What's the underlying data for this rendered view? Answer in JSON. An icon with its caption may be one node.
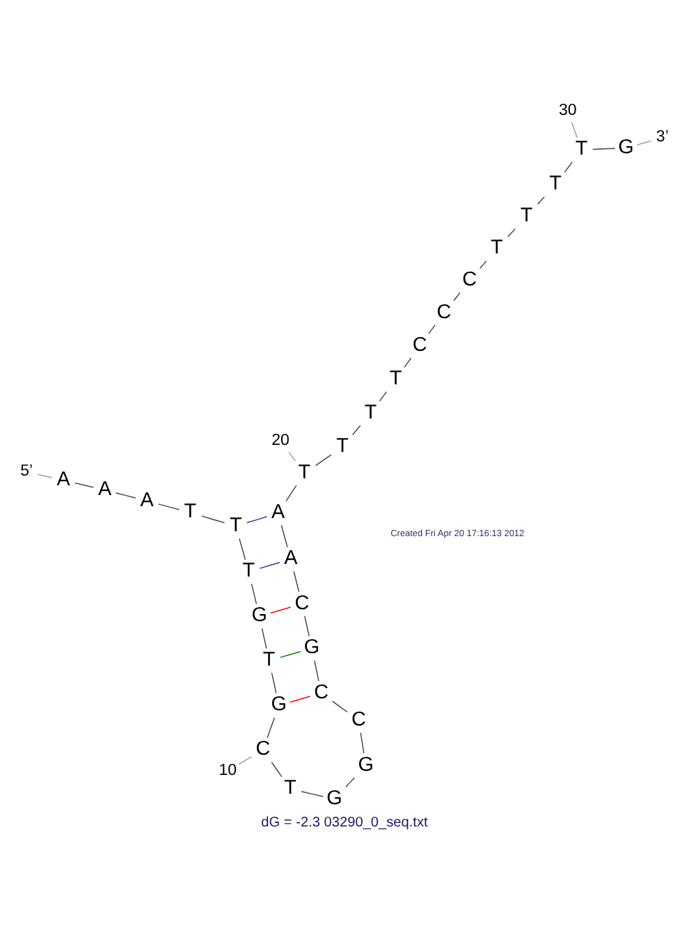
{
  "diagram": {
    "caption": "dG = -2.3 03290_0_seq.txt",
    "nodes": [
      {
        "text": [
          "A"
        ]
      },
      {
        "text": [
          "A"
        ]
      },
      {
        "text": [
          "A"
        ]
      },
      {
        "text": [
          "T"
        ]
      },
      {
        "text": [
          "T"
        ]
      },
      {
        "text": [
          "T"
        ]
      },
      {
        "text": [
          "G"
        ]
      },
      {
        "text": [
          "T"
        ]
      },
      {
        "text": [
          "G"
        ]
      },
      {
        "text": [
          "C"
        ]
      },
      {
        "text": [
          "T"
        ]
      },
      {
        "text": [
          "G"
        ]
      },
      {
        "text": [
          "G"
        ]
      },
      {
        "text": [
          "C"
        ]
      },
      {
        "text": [
          "C"
        ]
      },
      {
        "text": [
          "G"
        ]
      },
      {
        "text": [
          "C"
        ]
      },
      {
        "text": [
          "A"
        ]
      },
      {
        "text": [
          "A"
        ]
      },
      {
        "text": [
          "T"
        ]
      },
      {
        "text": [
          "T"
        ]
      },
      {
        "text": [
          "T"
        ]
      },
      {
        "text": [
          "T"
        ]
      },
      {
        "text": [
          "C"
        ]
      },
      {
        "text": [
          "C"
        ]
      },
      {
        "text": [
          "C"
        ]
      },
      {
        "text": [
          "T"
        ]
      },
      {
        "text": [
          "T"
        ]
      },
      {
        "text": [
          "T"
        ]
      },
      {
        "text": [
          "T"
        ]
      },
      {
        "text": [
          "G"
        ]
      },
      {
        "text": [
          "5’"
        ]
      },
      {
        "text": [
          "10"
        ]
      },
      {
        "text": [
          "20"
        ]
      },
      {
        "text": [
          "30"
        ]
      },
      {
        "text": [
          "3’"
        ]
      }
    ],
    "edges": [
      {
        "from": 0,
        "to": 1,
        "arrow": "none"
      },
      {
        "from": 1,
        "to": 2,
        "arrow": "none"
      },
      {
        "from": 2,
        "to": 3,
        "arrow": "none"
      },
      {
        "from": 3,
        "to": 4,
        "arrow": "none"
      },
      {
        "from": 4,
        "to": 5,
        "arrow": "none"
      },
      {
        "from": 5,
        "to": 6,
        "arrow": "none"
      },
      {
        "from": 6,
        "to": 7,
        "arrow": "none"
      },
      {
        "from": 7,
        "to": 8,
        "arrow": "none"
      },
      {
        "from": 8,
        "to": 9,
        "arrow": "none"
      },
      {
        "from": 9,
        "to": 10,
        "arrow": "none"
      },
      {
        "from": 10,
        "to": 11,
        "arrow": "none"
      },
      {
        "from": 11,
        "to": 12,
        "arrow": "none"
      },
      {
        "from": 12,
        "to": 13,
        "arrow": "none"
      },
      {
        "from": 13,
        "to": 14,
        "arrow": "none"
      },
      {
        "from": 14,
        "to": 15,
        "arrow": "none"
      },
      {
        "from": 15,
        "to": 16,
        "arrow": "none"
      },
      {
        "from": 16,
        "to": 17,
        "arrow": "none"
      },
      {
        "from": 17,
        "to": 18,
        "arrow": "none"
      },
      {
        "from": 18,
        "to": 19,
        "arrow": "none"
      },
      {
        "from": 19,
        "to": 20,
        "arrow": "none"
      },
      {
        "from": 20,
        "to": 21,
        "arrow": "none"
      },
      {
        "from": 21,
        "to": 22,
        "arrow": "none"
      },
      {
        "from": 22,
        "to": 23,
        "arrow": "none"
      },
      {
        "from": 23,
        "to": 24,
        "arrow": "none"
      },
      {
        "from": 24,
        "to": 25,
        "arrow": "none"
      },
      {
        "from": 25,
        "to": 26,
        "arrow": "none"
      },
      {
        "from": 26,
        "to": 27,
        "arrow": "none"
      },
      {
        "from": 27,
        "to": 28,
        "arrow": "none"
      },
      {
        "from": 28,
        "to": 29,
        "arrow": "none"
      },
      {
        "from": 29,
        "to": 30,
        "arrow": "none"
      },
      {
        "from": 4,
        "to": 18,
        "arrow": "none",
        "color": "#3333aa"
      },
      {
        "from": 5,
        "to": 17,
        "arrow": "none",
        "color": "#3333aa"
      },
      {
        "from": 6,
        "to": 16,
        "arrow": "none",
        "color": "#ff0000"
      },
      {
        "from": 7,
        "to": 15,
        "arrow": "none",
        "color": "#008000"
      },
      {
        "from": 8,
        "to": 14,
        "arrow": "none",
        "color": "#ff0000"
      },
      {
        "from": 31,
        "to": 0,
        "arrow": "none",
        "color": "#999999"
      },
      {
        "from": 32,
        "to": 9,
        "arrow": "none",
        "color": "#999999"
      },
      {
        "from": 33,
        "to": 19,
        "arrow": "none",
        "color": "#999999"
      },
      {
        "from": 34,
        "to": 29,
        "arrow": "none",
        "color": "#999999"
      },
      {
        "from": 35,
        "to": 30,
        "arrow": "none",
        "color": "#999999"
      }
    ],
    "labels": [
      "Created Fri Apr 20 17:16:13 2012"
    ]
  }
}
